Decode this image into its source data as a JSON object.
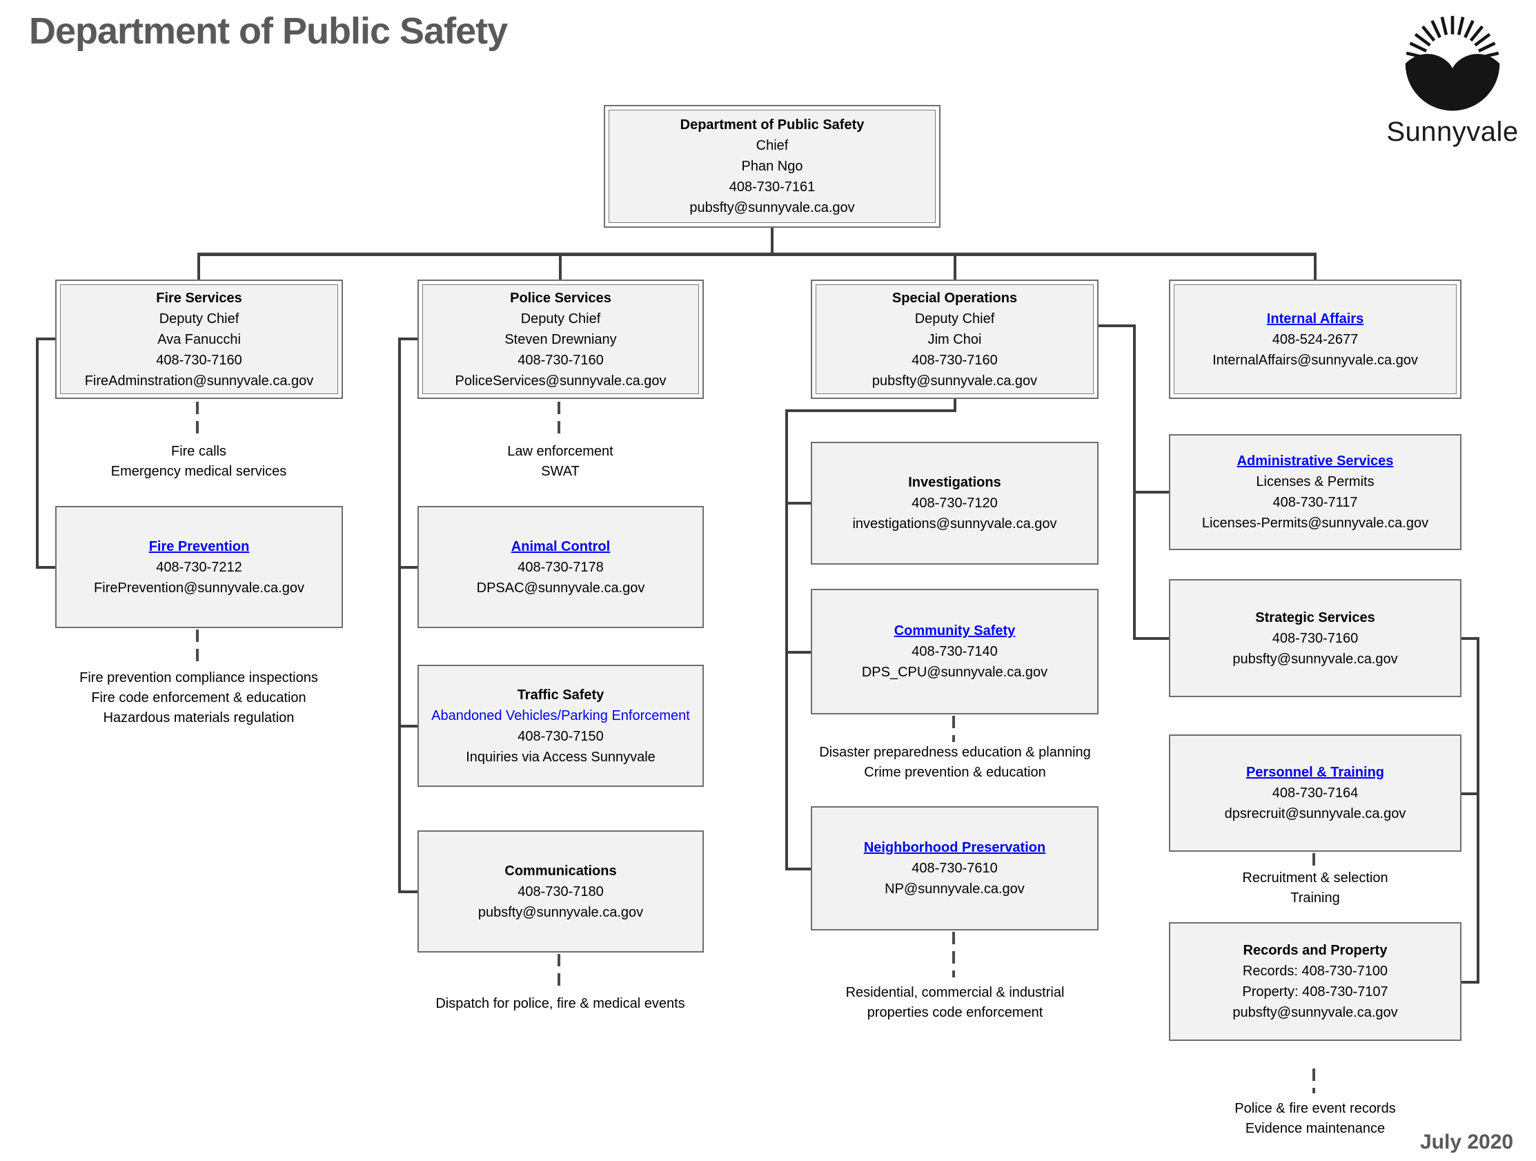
{
  "header": {
    "title": "Department of Public Safety",
    "logo_text": "Sunnyvale"
  },
  "footer": {
    "date": "July 2020"
  },
  "colors": {
    "link_blue": "#0000FF",
    "box_fill": "#F2F2F2",
    "box_border": "#6E6E6E",
    "connector": "#3F3F3F",
    "heading_gray": "#595959"
  },
  "boxes": {
    "chief": {
      "title": "Department of Public Safety",
      "role": "Chief",
      "name": "Phan Ngo",
      "phone": "408-730-7161",
      "email": "pubsfty@sunnyvale.ca.gov"
    },
    "fire_services": {
      "title": "Fire Services",
      "role": "Deputy Chief",
      "name": "Ava Fanucchi",
      "phone": "408-730-7160",
      "email": "FireAdminstration@sunnyvale.ca.gov"
    },
    "police_services": {
      "title": "Police Services",
      "role": "Deputy Chief",
      "name": "Steven Drewniany",
      "phone": "408-730-7160",
      "email": "PoliceServices@sunnyvale.ca.gov"
    },
    "special_operations": {
      "title": "Special Operations",
      "role": "Deputy Chief",
      "name": "Jim Choi",
      "phone": "408-730-7160",
      "email": "pubsfty@sunnyvale.ca.gov"
    },
    "internal_affairs": {
      "link": "Internal Affairs",
      "phone": "408-524-2677",
      "email": "InternalAffairs@sunnyvale.ca.gov"
    },
    "fire_prevention": {
      "link": "Fire Prevention",
      "phone": "408-730-7212",
      "email": "FirePrevention@sunnyvale.ca.gov"
    },
    "animal_control": {
      "link": "Animal Control",
      "phone": "408-730-7178",
      "email": "DPSAC@sunnyvale.ca.gov"
    },
    "traffic_safety": {
      "title": "Traffic Safety",
      "link": "Abandoned Vehicles/Parking Enforcement",
      "phone": "408-730-7150",
      "note": "Inquiries via Access Sunnyvale"
    },
    "communications": {
      "title": "Communications",
      "phone": "408-730-7180",
      "email": "pubsfty@sunnyvale.ca.gov"
    },
    "investigations": {
      "title": "Investigations",
      "phone": "408-730-7120",
      "email": "investigations@sunnyvale.ca.gov"
    },
    "community_safety": {
      "link": "Community Safety",
      "phone": "408-730-7140",
      "email": "DPS_CPU@sunnyvale.ca.gov"
    },
    "neighborhood_preservation": {
      "link": "Neighborhood Preservation",
      "phone": "408-730-7610",
      "email": "NP@sunnyvale.ca.gov"
    },
    "administrative_services": {
      "link": "Administrative Services",
      "subtitle": "Licenses & Permits",
      "phone": "408-730-7117",
      "email": "Licenses-Permits@sunnyvale.ca.gov"
    },
    "strategic_services": {
      "title": "Strategic Services",
      "phone": "408-730-7160",
      "email": "pubsfty@sunnyvale.ca.gov"
    },
    "personnel_training": {
      "link": "Personnel & Training",
      "phone": "408-730-7164",
      "email": "dpsrecruit@sunnyvale.ca.gov"
    },
    "records_property": {
      "title": "Records and Property",
      "phone_records": "Records: 408-730-7100",
      "phone_property": "Property: 408-730-7107",
      "email": "pubsfty@sunnyvale.ca.gov"
    }
  },
  "captions": {
    "fire_services": [
      "Fire calls",
      "Emergency medical services"
    ],
    "police_services": [
      "Law enforcement",
      "SWAT"
    ],
    "fire_prevention": [
      "Fire prevention compliance inspections",
      "Fire code enforcement & education",
      "Hazardous materials regulation"
    ],
    "communications": [
      "Dispatch for police, fire & medical events"
    ],
    "community_safety": [
      "Disaster preparedness education & planning",
      "Crime prevention & education"
    ],
    "neighborhood_preservation": [
      "Residential, commercial & industrial",
      "properties code enforcement"
    ],
    "personnel_training": [
      "Recruitment & selection",
      "Training"
    ],
    "records_property": [
      "Police & fire event records",
      "Evidence maintenance"
    ]
  }
}
